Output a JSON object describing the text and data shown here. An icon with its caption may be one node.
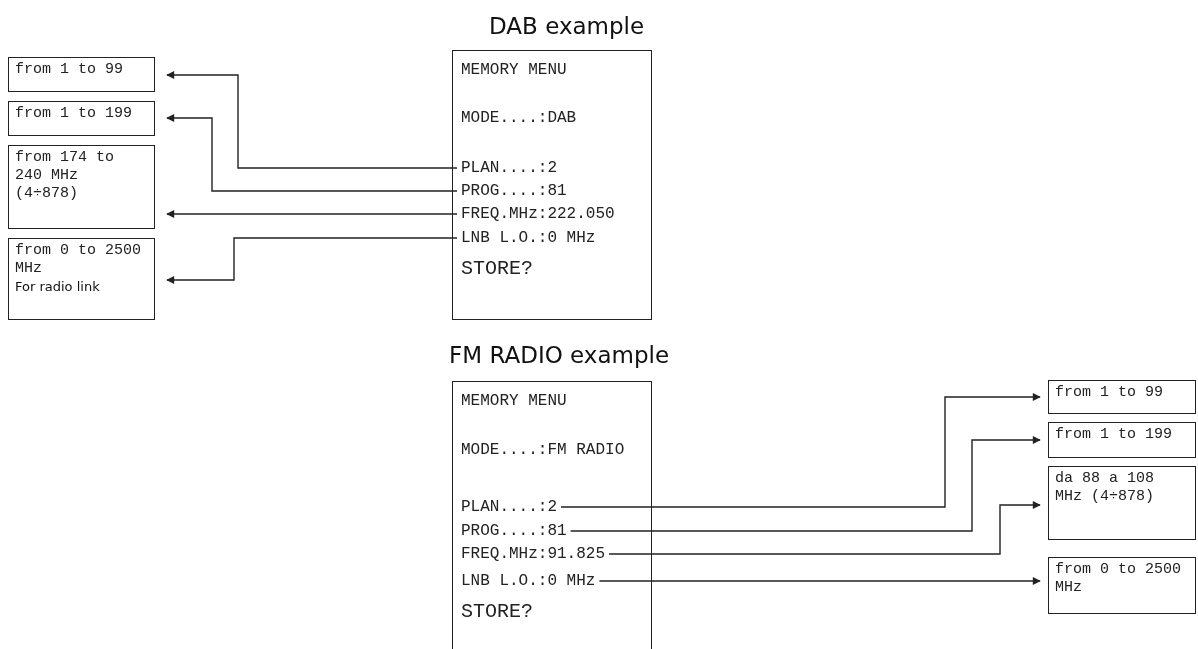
{
  "diagram": {
    "nodes": [
      {
        "text": [
          "DAB example",
          "MEMORY MENU",
          "MODE....:DAB",
          "STORE?"
        ]
      },
      {
        "text": [
          "PLAN....:2"
        ],
        "in": 0
      },
      {
        "text": [
          "PROG....:81"
        ],
        "in": 0
      },
      {
        "text": [
          "FREQ.MHz:222.050"
        ],
        "in": 0
      },
      {
        "text": [
          "LNB L.O.:0 MHz"
        ],
        "in": 0
      },
      {
        "text": [
          "from 1 to 99"
        ]
      },
      {
        "text": [
          "from 1 to 199"
        ]
      },
      {
        "text": [
          "from 174 to 240 MHz (4÷878)"
        ]
      },
      {
        "text": [
          "from 0 to 2500 MHz",
          "For radio link"
        ]
      },
      {
        "text": [
          "FM RADIO example",
          "MEMORY MENU",
          "MODE....:FM RADIO",
          "STORE?"
        ]
      },
      {
        "text": [
          "PLAN....:2"
        ],
        "in": 9
      },
      {
        "text": [
          "PROG....:81"
        ],
        "in": 9
      },
      {
        "text": [
          "FREQ.MHz:91.825"
        ],
        "in": 9
      },
      {
        "text": [
          "LNB L.O.:0 MHz"
        ],
        "in": 9
      },
      {
        "text": [
          "from 1 to 99"
        ]
      },
      {
        "text": [
          "from 1 to 199"
        ]
      },
      {
        "text": [
          "da 88 a 108 MHz (4÷878)"
        ]
      },
      {
        "text": [
          "from 0 to 2500 MHz"
        ]
      }
    ],
    "edges": [
      {
        "from": 1,
        "to": 5,
        "arrow": "to"
      },
      {
        "from": 2,
        "to": 6,
        "arrow": "to"
      },
      {
        "from": 3,
        "to": 7,
        "arrow": "to"
      },
      {
        "from": 4,
        "to": 8,
        "arrow": "to"
      },
      {
        "from": 10,
        "to": 14,
        "arrow": "to"
      },
      {
        "from": 11,
        "to": 15,
        "arrow": "to"
      },
      {
        "from": 12,
        "to": 16,
        "arrow": "to"
      },
      {
        "from": 13,
        "to": 17,
        "arrow": "to"
      }
    ]
  }
}
